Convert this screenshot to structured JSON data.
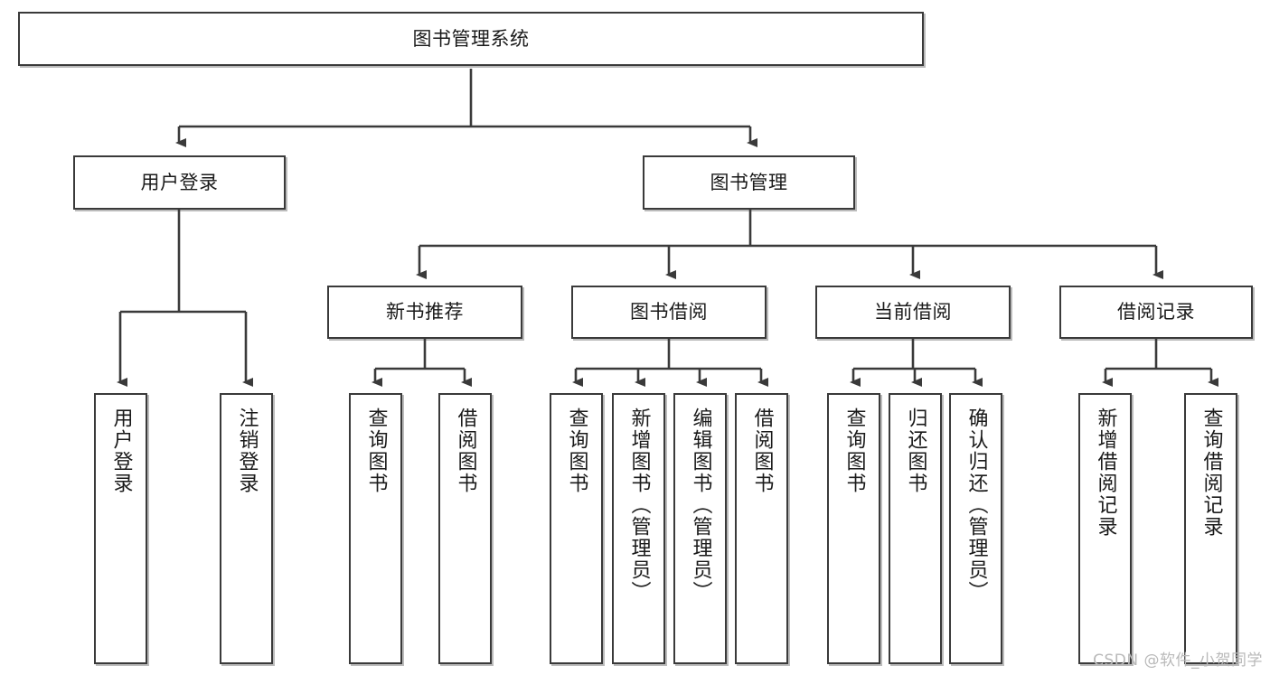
{
  "diagram": {
    "type": "tree-hierarchy",
    "title": "图书管理系统",
    "watermark": "CSDN @软件_小贺同学",
    "colors": {
      "box_border": "#3a3a3a",
      "box_fill": "#ffffff",
      "connector": "#3a3a3a",
      "text": "#1a1a1a",
      "watermark": "#b9b9b9"
    },
    "root": {
      "label": "图书管理系统"
    },
    "level2": [
      {
        "label": "用户登录"
      },
      {
        "label": "图书管理"
      }
    ],
    "level3": [
      {
        "label": "新书推荐"
      },
      {
        "label": "图书借阅"
      },
      {
        "label": "当前借阅"
      },
      {
        "label": "借阅记录"
      }
    ],
    "leaves": {
      "user_login": [
        {
          "label": "用户登录"
        },
        {
          "label": "注销登录"
        }
      ],
      "new_book_recommend": [
        {
          "label": "查询图书"
        },
        {
          "label": "借阅图书"
        }
      ],
      "book_borrow": [
        {
          "label": "查询图书"
        },
        {
          "label": "新增图书（管理员）"
        },
        {
          "label": "编辑图书（管理员）"
        },
        {
          "label": "借阅图书"
        }
      ],
      "current_borrow": [
        {
          "label": "查询图书"
        },
        {
          "label": "归还图书"
        },
        {
          "label": "确认归还（管理员）"
        }
      ],
      "borrow_records": [
        {
          "label": "新增借阅记录"
        },
        {
          "label": "查询借阅记录"
        }
      ]
    }
  }
}
